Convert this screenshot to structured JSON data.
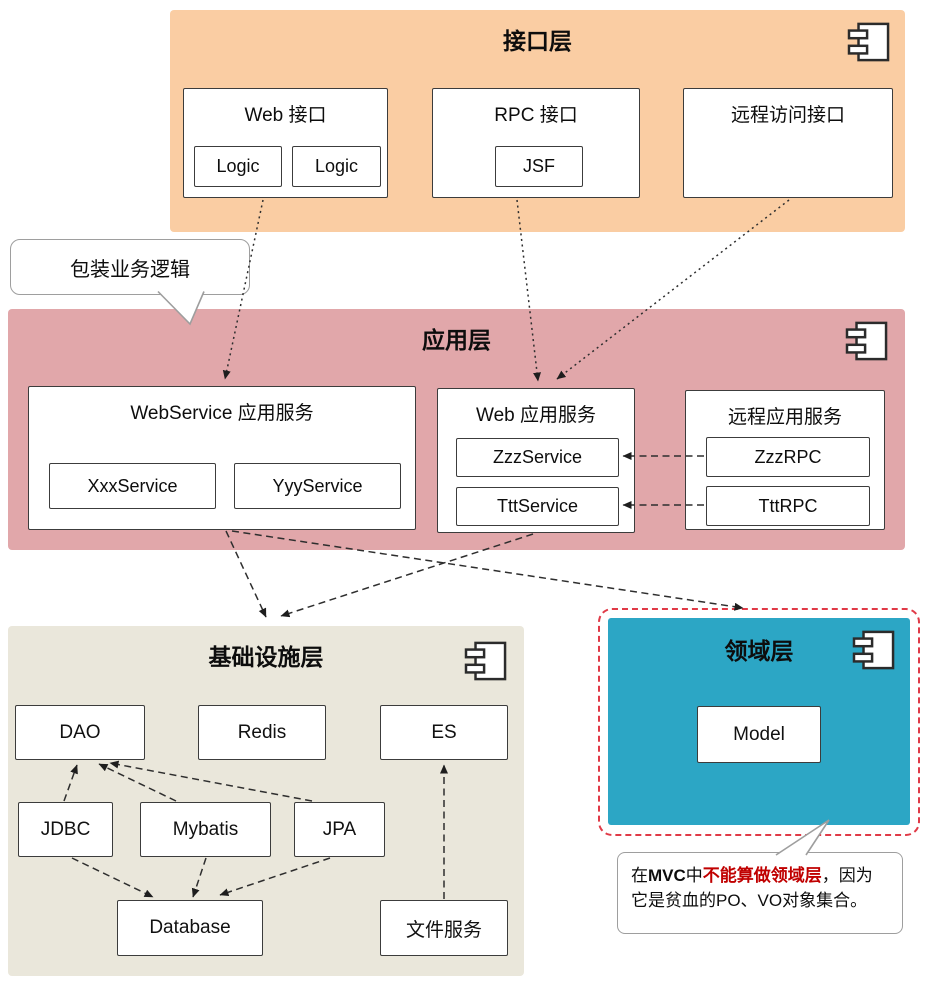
{
  "diagram": {
    "interface_layer": {
      "title": "接口层",
      "web_box": {
        "title": "Web 接口",
        "items": [
          "Logic",
          "Logic"
        ]
      },
      "rpc_box": {
        "title": "RPC 接口",
        "items": [
          "JSF"
        ]
      },
      "remote_box": {
        "title": "远程访问接口"
      }
    },
    "application_layer": {
      "title": "应用层",
      "webservice_box": {
        "title": "WebService 应用服务",
        "items": [
          "XxxService",
          "YyyService"
        ]
      },
      "webapp_box": {
        "title": "Web 应用服务",
        "items": [
          "ZzzService",
          "TttService"
        ]
      },
      "remote_box": {
        "title": "远程应用服务",
        "items": [
          "ZzzRPC",
          "TttRPC"
        ]
      }
    },
    "infrastructure_layer": {
      "title": "基础设施层",
      "nodes": {
        "dao": "DAO",
        "redis": "Redis",
        "es": "ES",
        "jdbc": "JDBC",
        "mybatis": "Mybatis",
        "jpa": "JPA",
        "database": "Database",
        "file_service": "文件服务"
      }
    },
    "domain_layer": {
      "title": "领域层",
      "model": "Model"
    },
    "callouts": {
      "wrap_business_logic": "包装业务逻辑",
      "domain_note": {
        "seg1": "在",
        "seg2": "MVC",
        "seg3": "中",
        "seg4": "不能算做领域层",
        "seg5": "，因为它是贫血的PO、VO对象集合。"
      }
    },
    "colors": {
      "interface_bg": "#FACDA3",
      "application_bg": "#E1A7AA",
      "infrastructure_bg": "#EAE7DB",
      "domain_bg": "#2CA6C5",
      "domain_border": "#E03A47",
      "note_red": "#C00000",
      "arrow": "#2e2e2e"
    }
  }
}
